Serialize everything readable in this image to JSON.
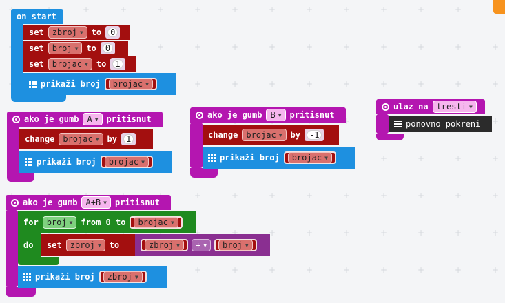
{
  "on_start": {
    "title": "on start",
    "rows": [
      {
        "kw": "set",
        "var": "zbroj",
        "to": "to",
        "value": "0"
      },
      {
        "kw": "set",
        "var": "broj",
        "to": "to",
        "value": "0"
      },
      {
        "kw": "set",
        "var": "brojac",
        "to": "to",
        "value": "1"
      }
    ],
    "show": {
      "label": "prikaži broj",
      "var": "brojac"
    }
  },
  "button_a": {
    "prefix": "ako je gumb",
    "button": "A",
    "suffix": "pritisnut",
    "change": {
      "kw": "change",
      "var": "brojac",
      "by": "by",
      "value": "1"
    },
    "show": {
      "label": "prikaži broj",
      "var": "brojac"
    }
  },
  "button_b": {
    "prefix": "ako je gumb",
    "button": "B",
    "suffix": "pritisnut",
    "change": {
      "kw": "change",
      "var": "brojac",
      "by": "by",
      "value": "-1"
    },
    "show": {
      "label": "prikaži broj",
      "var": "brojac"
    }
  },
  "shake": {
    "prefix": "ulaz na",
    "gesture": "tresti",
    "reset": {
      "label": "ponovno pokreni"
    }
  },
  "button_ab": {
    "prefix": "ako je gumb",
    "button": "A+B",
    "suffix": "pritisnut",
    "for": {
      "kw": "for",
      "var": "broj",
      "from": "from 0 to",
      "end_var": "brojac",
      "do": "do"
    },
    "set": {
      "kw": "set",
      "var": "zbroj",
      "to": "to",
      "left": "zbroj",
      "op": "+",
      "right": "broj"
    },
    "show": {
      "label": "prikaži broj",
      "var": "zbroj"
    }
  }
}
